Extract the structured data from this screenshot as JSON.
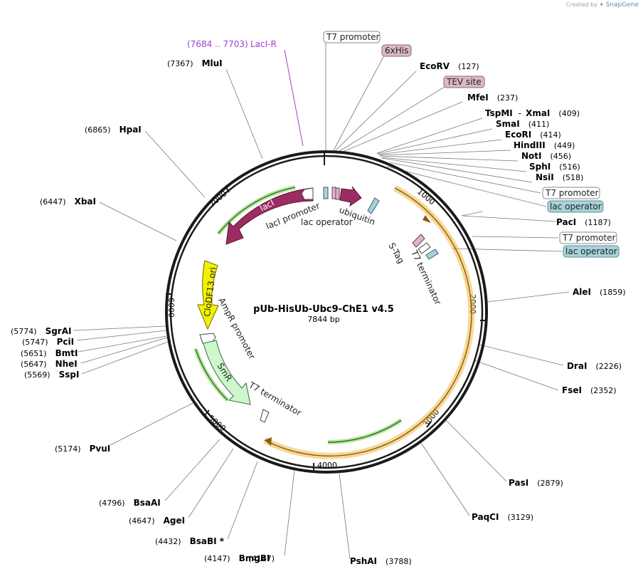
{
  "header": {
    "attribution_prefix": "Created by",
    "attribution_brand": "SnapGene"
  },
  "plasmid": {
    "name": "pUb-HisUb-Ubc9-ChE1 v4.5",
    "length_label": "7844 bp",
    "length": 7844
  },
  "colors": {
    "backbone": "#1a1a1a",
    "orange_feature": "#f2b840",
    "green_primer": "#7ecf52",
    "lacI": "#9c2c63",
    "ubiquitin": "#9c2c63",
    "cloDF13": "#f2f200",
    "smR": "#cdf7cd",
    "lac_operator_fill": "#a8d2da",
    "tag_fill": "#dcb7c6",
    "primer_label": "#a040d0"
  },
  "tick_labels": [
    "1000",
    "2000",
    "3000",
    "4000",
    "5000",
    "6000",
    "7000"
  ],
  "sites": [
    {
      "name": "EcoRV",
      "pos": "(127)"
    },
    {
      "name": "MfeI",
      "pos": "(237)"
    },
    {
      "name": "TspMI",
      "pos": ""
    },
    {
      "name": "XmaI",
      "pos": "(409)"
    },
    {
      "name": "SmaI",
      "pos": "(411)"
    },
    {
      "name": "EcoRI",
      "pos": "(414)"
    },
    {
      "name": "HindIII",
      "pos": "(449)"
    },
    {
      "name": "NotI",
      "pos": "(456)"
    },
    {
      "name": "SphI",
      "pos": "(516)"
    },
    {
      "name": "NsiI",
      "pos": "(518)"
    },
    {
      "name": "PacI",
      "pos": "(1187)"
    },
    {
      "name": "AleI",
      "pos": "(1859)"
    },
    {
      "name": "DraI",
      "pos": "(2226)"
    },
    {
      "name": "FseI",
      "pos": "(2352)"
    },
    {
      "name": "PasI",
      "pos": "(2879)"
    },
    {
      "name": "PaqCI",
      "pos": "(3129)"
    },
    {
      "name": "PshAI",
      "pos": "(3788)"
    },
    {
      "name": "BmgBI",
      "pos": "(4147)"
    },
    {
      "name": "BsaBI *",
      "pos": "(4432)"
    },
    {
      "name": "AgeI",
      "pos": "(4647)"
    },
    {
      "name": "BsaAI",
      "pos": "(4796)"
    },
    {
      "name": "PvuI",
      "pos": "(5174)"
    },
    {
      "name": "SspI",
      "pos": "(5569)"
    },
    {
      "name": "NheI",
      "pos": "(5647)"
    },
    {
      "name": "BmtI",
      "pos": "(5651)"
    },
    {
      "name": "PciI",
      "pos": "(5747)"
    },
    {
      "name": "SgrAI",
      "pos": "(5774)"
    },
    {
      "name": "XbaI",
      "pos": "(6447)"
    },
    {
      "name": "HpaI",
      "pos": "(6865)"
    },
    {
      "name": "MluI",
      "pos": "(7367)"
    }
  ],
  "boxed_labels": [
    {
      "text": "T7 promoter",
      "kind": "promoter"
    },
    {
      "text": "6xHis",
      "kind": "tag"
    },
    {
      "text": "TEV site",
      "kind": "tag"
    },
    {
      "text": "T7 promoter",
      "kind": "promoter"
    },
    {
      "text": "lac operator",
      "kind": "operator"
    },
    {
      "text": "T7 promoter",
      "kind": "promoter"
    },
    {
      "text": "lac operator",
      "kind": "operator"
    }
  ],
  "primer": {
    "range": "(7684 .. 7703)",
    "name": "LacI-R"
  },
  "feature_labels": {
    "lacI": "lacI",
    "lacI_promoter": "lacI promoter",
    "lac_operator": "lac operator",
    "ubiquitin": "ubiquitin",
    "s_tag": "S-Tag",
    "t7_terminator_right": "T7 terminator",
    "cloDF13": "CloDF13 ori",
    "ampR_promoter": "AmpR promoter",
    "smR": "SmR",
    "t7_terminator_left": "T7 terminator"
  }
}
